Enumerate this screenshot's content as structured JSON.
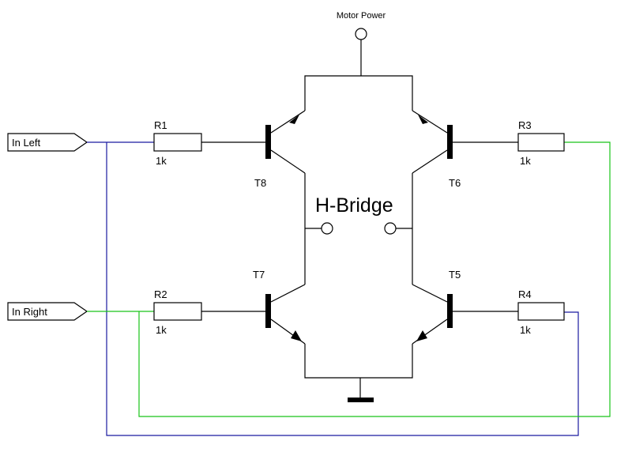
{
  "title": "H-Bridge",
  "power_label": "Motor Power",
  "inputs": {
    "left": "In Left",
    "right": "In Right"
  },
  "resistors": {
    "r1": {
      "name": "R1",
      "value": "1k"
    },
    "r2": {
      "name": "R2",
      "value": "1k"
    },
    "r3": {
      "name": "R3",
      "value": "1k"
    },
    "r4": {
      "name": "R4",
      "value": "1k"
    }
  },
  "transistors": {
    "t5": "T5",
    "t6": "T6",
    "t7": "T7",
    "t8": "T8"
  },
  "colors": {
    "left_signal": "#1a1aa0",
    "right_signal": "#19c419",
    "wire": "#000000"
  }
}
